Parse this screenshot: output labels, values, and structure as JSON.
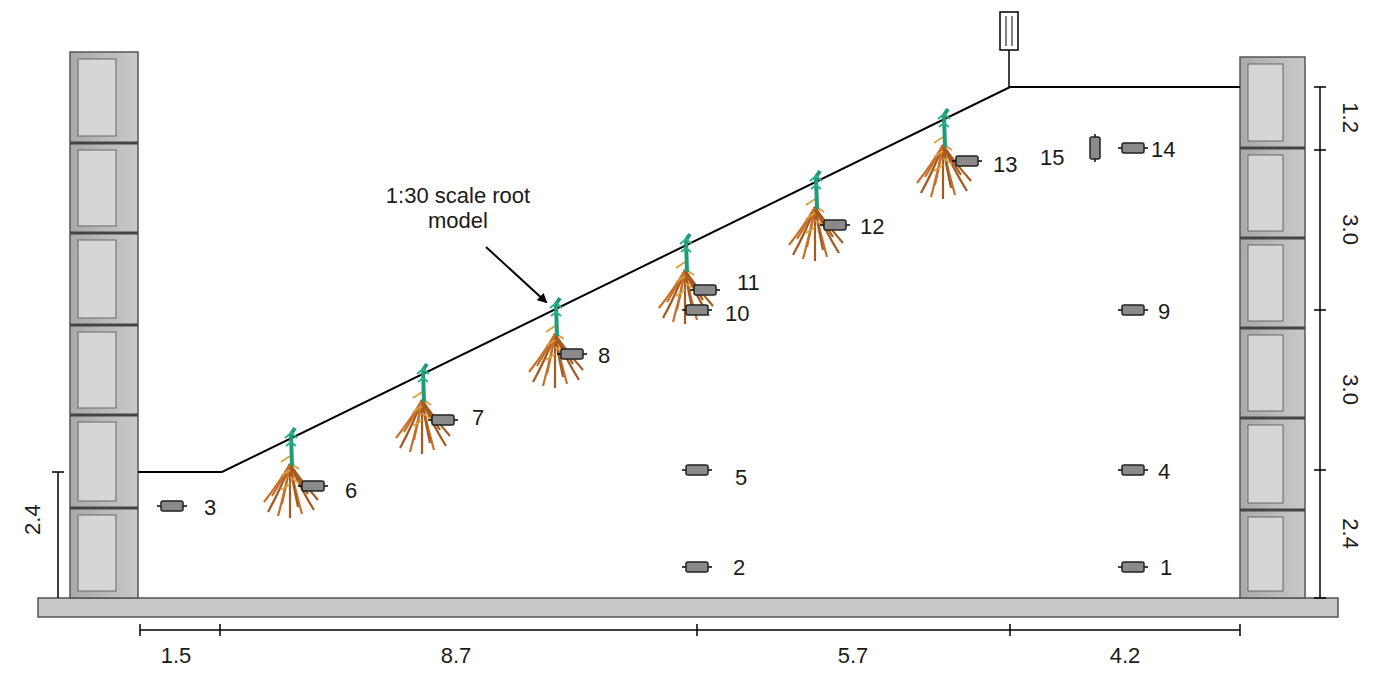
{
  "diagram": {
    "labels": [
      "1:30 scale root model",
      "13",
      "15",
      "14",
      "12",
      "11",
      "10",
      "9",
      "8",
      "7",
      "6",
      "3",
      "5",
      "4",
      "2",
      "1",
      "1.2",
      "3.0",
      "3.0",
      "2.4",
      "2.4",
      "1.5",
      "8.7",
      "5.7",
      "4.2"
    ]
  }
}
